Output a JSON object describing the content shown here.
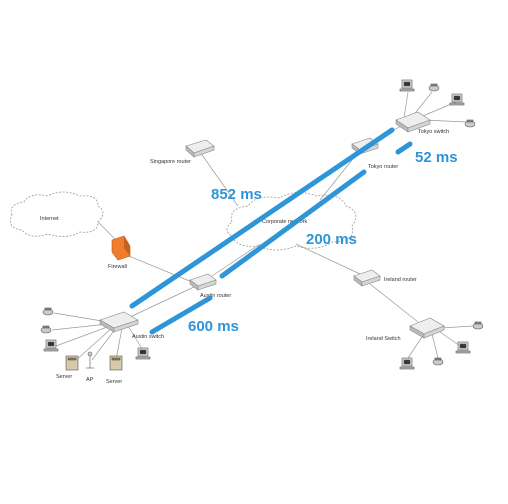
{
  "colors": {
    "latency": "#2e95d8",
    "link": "#9a9a9a",
    "device": "#d9d9d9",
    "firewall": "#f07d2c",
    "cloud": "#9a9a9a"
  },
  "clouds": {
    "internet": "Internet",
    "corporate": "Corporate network"
  },
  "devices": {
    "singapore_router": "Singapore router",
    "tokyo_router": "Tokyo router",
    "tokyo_switch": "Tokyo switch",
    "austin_router": "Austin router",
    "austin_switch": "Austin switch",
    "ireland_router": "Ireland router",
    "ireland_switch": "Ireland Switch",
    "firewall": "Firewall",
    "server_left": "Server",
    "ap": "AP",
    "server_right": "Server"
  },
  "latencies": {
    "l852": "852 ms",
    "l52": "52 ms",
    "l200": "200 ms",
    "l600": "600 ms"
  }
}
